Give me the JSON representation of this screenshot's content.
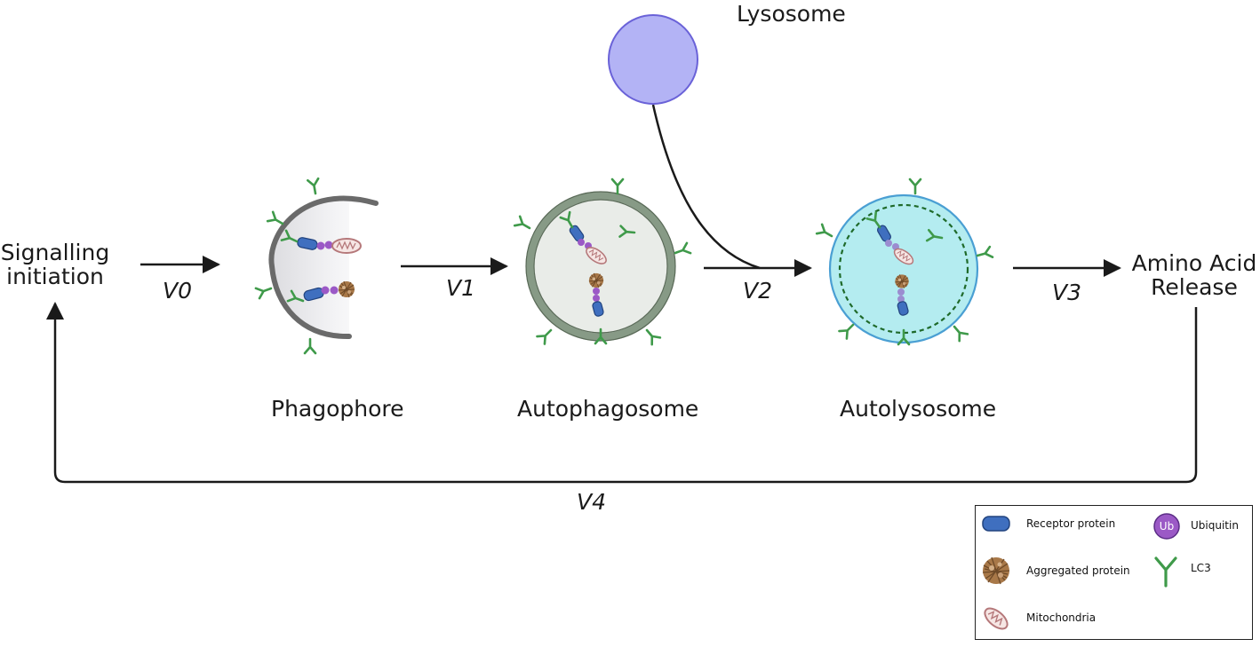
{
  "labels": {
    "signalling": "Signalling initiation",
    "lysosome": "Lysosome",
    "amino_acid": "Amino Acid Release",
    "phagophore": "Phagophore",
    "autophagosome": "Autophagosome",
    "autolysosome": "Autolysosome"
  },
  "transitions": {
    "v0": "V0",
    "v1": "V1",
    "v2": "V2",
    "v3": "V3",
    "v4": "V4"
  },
  "legend": {
    "receptor": "Receptor protein",
    "ubiquitin": "Ubiquitin",
    "ubiquitin_badge": "Ub",
    "aggregated": "Aggregated protein",
    "lc3": "LC3",
    "mitochondria": "Mitochondria"
  },
  "colors": {
    "lysosome_fill": "#b3b3f5",
    "lysosome_stroke": "#6a62d8",
    "receptor": "#3f6fbf",
    "ubiquitin": "#9b59c6",
    "lc3": "#3f9a4a",
    "aggregate": "#9c6b3c",
    "mitochondria": "#b5787a",
    "autophagosome_ring": "#879a86",
    "autolysosome_fill": "#b4ecf0",
    "autolysosome_stroke": "#4a9fd3",
    "arrow": "#1a1a1a"
  }
}
